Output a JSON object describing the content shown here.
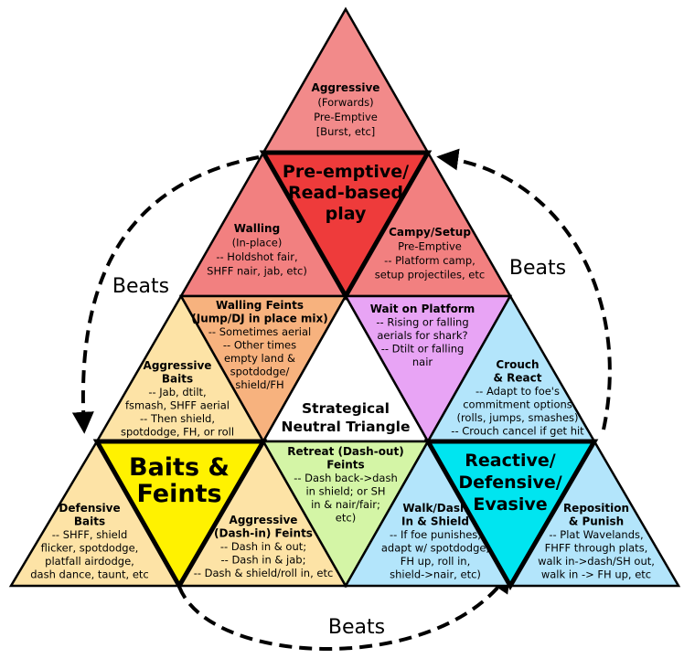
{
  "colors": {
    "top": "#F28A8A",
    "walling": "#F28080",
    "preemptive": "#EE3B3B",
    "campy": "#F28080",
    "aggressive_baits": "#FDE3A6",
    "walling_feints": "#F7B27E",
    "center": "#FFFFFF",
    "wait_platform": "#E8A4F5",
    "crouch_react": "#B3E5FB",
    "defensive_baits": "#FDE3A6",
    "baits_feints": "#FFF200",
    "aggr_dash_feints": "#FDE3A6",
    "retreat_feints": "#D4F5A6",
    "walk_dash": "#B3E5FB",
    "reactive": "#00E5F0",
    "reposition": "#B3E5FB"
  },
  "regions": {
    "aggressive_top": {
      "lines": [
        "Aggressive",
        "(Forwards)",
        "Pre-Emptive",
        "[Burst, etc]"
      ]
    },
    "walling": {
      "lines": [
        "Walling",
        "(In-place)",
        "-- Holdshot fair,",
        "SHFF nair, jab, etc)"
      ]
    },
    "preemptive": {
      "lines": [
        "Pre-emptive/",
        "Read-based",
        "play"
      ]
    },
    "campy": {
      "lines": [
        "Campy/Setup",
        "Pre-Emptive",
        "-- Platform camp,",
        "setup projectiles, etc"
      ]
    },
    "aggressive_baits": {
      "lines": [
        "Aggressive",
        "Baits",
        "-- Jab, dtilt,",
        "fsmash, SHFF aerial",
        "-- Then shield,",
        "spotdodge, FH, or roll"
      ]
    },
    "walling_feints": {
      "lines": [
        "Walling Feints",
        "(Jump/DJ in place mix)",
        "-- Sometimes aerial",
        "-- Other times",
        "empty land &",
        "spotdodge/",
        "shield/FH"
      ]
    },
    "center": {
      "lines": [
        "Strategical",
        "Neutral Triangle"
      ]
    },
    "wait_platform": {
      "lines": [
        "Wait on Platform",
        "-- Rising or falling",
        "aerials for shark?",
        "-- Dtilt or falling",
        "nair"
      ]
    },
    "crouch_react": {
      "lines": [
        "Crouch",
        "& React",
        "-- Adapt to foe's",
        "commitment options",
        "(rolls, jumps, smashes)",
        "-- Crouch cancel if get hit"
      ]
    },
    "defensive_baits": {
      "lines": [
        "Defensive",
        "Baits",
        "-- SHFF, shield",
        "flicker, spotdodge,",
        "platfall airdodge,",
        "dash dance, taunt, etc"
      ]
    },
    "baits_feints": {
      "lines": [
        "Baits &",
        "Feints"
      ]
    },
    "aggr_dash_feints": {
      "lines": [
        "Aggressive",
        "(Dash-in) Feints",
        "-- Dash in & out;",
        "-- Dash in & jab;",
        "-- Dash & shield/roll in, etc"
      ]
    },
    "retreat_feints": {
      "lines": [
        "Retreat (Dash-out)",
        "Feints",
        "-- Dash back->dash",
        "in shield; or SH",
        "in & nair/fair;",
        "etc)"
      ]
    },
    "walk_dash": {
      "lines": [
        "Walk/Dash",
        "In & Shield",
        "-- If foe punishes,",
        "adapt w/ spotdodge,",
        "FH up, roll in,",
        "shield->nair, etc)"
      ]
    },
    "reactive": {
      "lines": [
        "Reactive/",
        "Defensive/",
        "Evasive"
      ]
    },
    "reposition": {
      "lines": [
        "Reposition",
        "& Punish",
        "-- Plat Wavelands,",
        "FHFF through plats,",
        "walk in->dash/SH out,",
        "walk in -> FH up, etc"
      ]
    }
  },
  "arrows": {
    "left_label": "Beats",
    "right_label": "Beats",
    "bottom_label": "Beats"
  }
}
